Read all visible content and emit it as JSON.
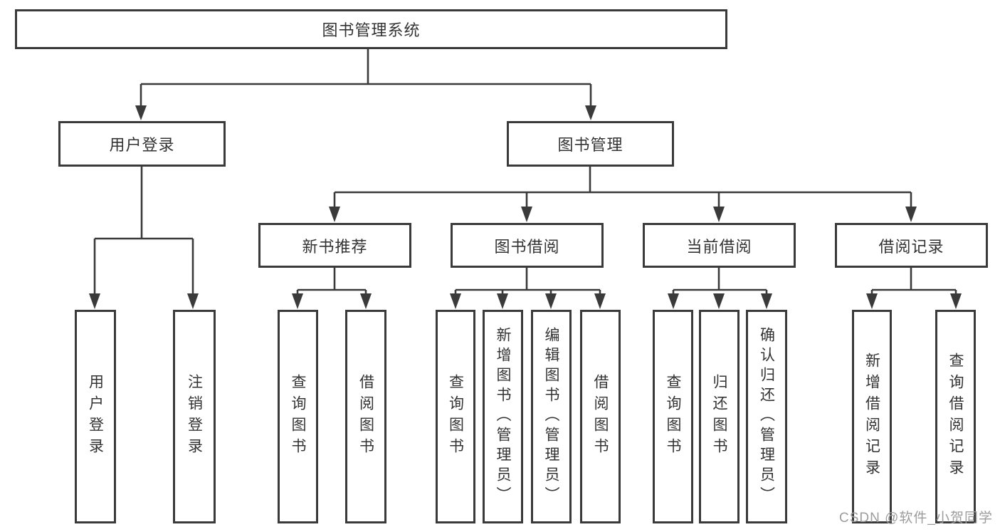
{
  "diagram": {
    "title": "图书管理系统",
    "root": {
      "label": "图书管理系统"
    },
    "level2": [
      {
        "label": "用户登录"
      },
      {
        "label": "图书管理"
      }
    ],
    "level3": [
      {
        "label": "新书推荐",
        "parent": "图书管理"
      },
      {
        "label": "图书借阅",
        "parent": "图书管理"
      },
      {
        "label": "当前借阅",
        "parent": "图书管理"
      },
      {
        "label": "借阅记录",
        "parent": "图书管理"
      }
    ],
    "leaves": [
      {
        "label": "用户登录",
        "parent": "用户登录"
      },
      {
        "label": "注销登录",
        "parent": "用户登录"
      },
      {
        "label": "查询图书",
        "parent": "新书推荐"
      },
      {
        "label": "借阅图书",
        "parent": "新书推荐"
      },
      {
        "label": "查询图书",
        "parent": "图书借阅"
      },
      {
        "label": "新增图书（管理员）",
        "parent": "图书借阅"
      },
      {
        "label": "编辑图书（管理员）",
        "parent": "图书借阅"
      },
      {
        "label": "借阅图书",
        "parent": "图书借阅"
      },
      {
        "label": "查询图书",
        "parent": "当前借阅"
      },
      {
        "label": "归还图书",
        "parent": "当前借阅"
      },
      {
        "label": "确认归还（管理员）",
        "parent": "当前借阅"
      },
      {
        "label": "新增借阅记录",
        "parent": "借阅记录"
      },
      {
        "label": "查询借阅记录",
        "parent": "借阅记录"
      }
    ]
  },
  "watermark": {
    "text": "CSDN @软件_小贺同学",
    "color": "#9c9c9c"
  },
  "colors": {
    "line": "#3a3a3a",
    "box_border": "#3a3a3a",
    "text": "#333333",
    "background": "#ffffff"
  }
}
